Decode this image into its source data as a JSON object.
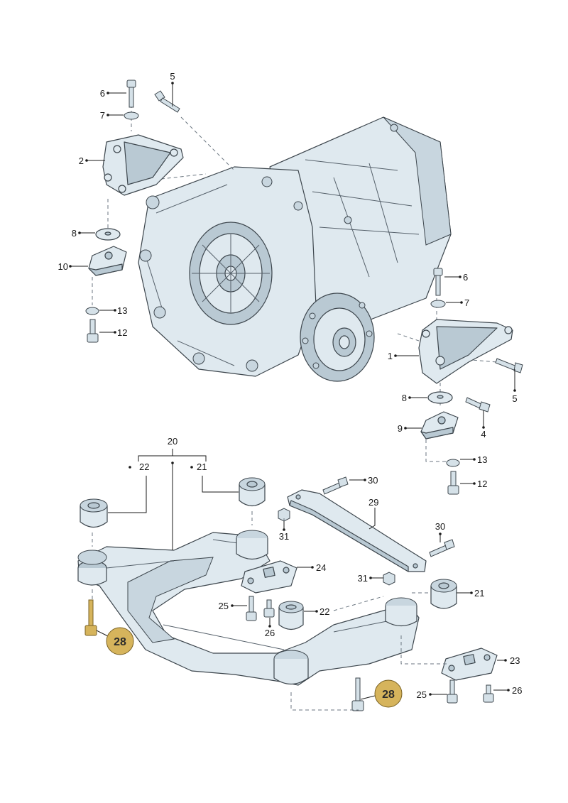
{
  "callouts": {
    "c1": "1",
    "c2": "2",
    "c4": "4",
    "c5a": "5",
    "c5b": "5",
    "c6a": "6",
    "c6b": "6",
    "c7a": "7",
    "c7b": "7",
    "c8a": "8",
    "c8b": "8",
    "c9": "9",
    "c10": "10",
    "c12a": "12",
    "c12b": "12",
    "c13a": "13",
    "c13b": "13",
    "c20": "20",
    "c21a": "21",
    "c21b": "21",
    "c22a": "22",
    "c22b": "22",
    "c23": "23",
    "c24": "24",
    "c25a": "25",
    "c25b": "25",
    "c26a": "26",
    "c26b": "26",
    "c29": "29",
    "c30a": "30",
    "c30b": "30",
    "c31a": "31",
    "c31b": "31"
  },
  "badges": {
    "b28a": "28",
    "b28b": "28"
  },
  "colors": {
    "part_fill": "#dfe9ef",
    "outline": "#3d464d",
    "badge_gold": "#d6b45c"
  }
}
